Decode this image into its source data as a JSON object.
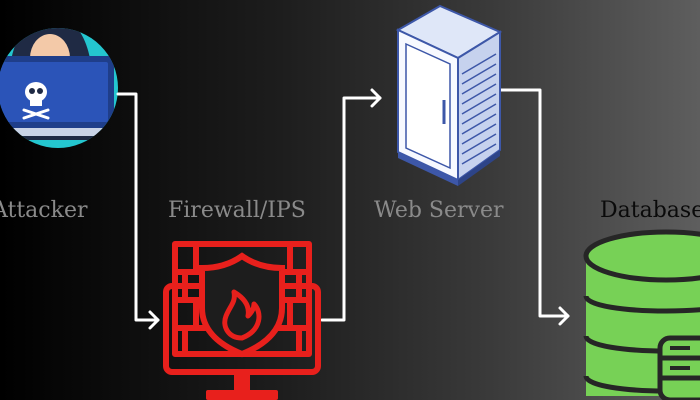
{
  "diagram": {
    "nodes": [
      {
        "id": "attacker",
        "label": "Attacker",
        "icon": "hooded-hacker-laptop-icon"
      },
      {
        "id": "firewall",
        "label": "Firewall/IPS",
        "icon": "firewall-flame-monitor-icon"
      },
      {
        "id": "webserver",
        "label": "Web Server",
        "icon": "server-rack-icon"
      },
      {
        "id": "database",
        "label": "Database",
        "icon": "database-cylinder-icon"
      }
    ],
    "edges": [
      {
        "from": "attacker",
        "to": "firewall"
      },
      {
        "from": "firewall",
        "to": "webserver"
      },
      {
        "from": "webserver",
        "to": "database"
      }
    ]
  },
  "colors": {
    "background_start": "#000000",
    "background_end": "#5e5e5e",
    "arrow": "#ffffff",
    "firewall": "#e8201c",
    "database": "#77d156",
    "attacker_circle": "#24c6cf",
    "server_body": "#eef3ff",
    "server_accent": "#3d57a8",
    "label_gray": "#8a8a8a",
    "label_dark": "#0a0a0a"
  }
}
